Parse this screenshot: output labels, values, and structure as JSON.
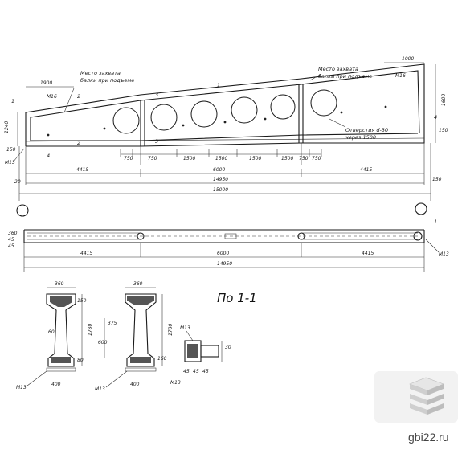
{
  "watermark": {
    "site": "gbi22.ru"
  },
  "elevation": {
    "note_left": [
      "Место захвата",
      "балки при подъеме"
    ],
    "note_right": [
      "Место захвата",
      "балки при подъеме"
    ],
    "holes_note": [
      "Отверстия d-30",
      "через 1500"
    ],
    "top_left_dims": [
      "1900",
      "M16"
    ],
    "top_right_dims": [
      "1000",
      "M16"
    ],
    "left_vert_dims": [
      "1240",
      "150"
    ],
    "right_vert_dims": [
      "1600",
      "150"
    ],
    "mid_dims": [
      "750",
      "750",
      "1500",
      "1500",
      "1500",
      "1500",
      "750",
      "750"
    ],
    "bottom_mid": [
      "4415",
      "6000",
      "4415"
    ],
    "overall_inner": "14950",
    "overall": "15000",
    "small_edge": [
      "20",
      "150"
    ],
    "section_marks": [
      "1",
      "1",
      "2",
      "2",
      "3",
      "3",
      "4",
      "4"
    ],
    "ref_mark": "M13"
  },
  "plan": {
    "dims_bottom": [
      "4415",
      "6000",
      "4415"
    ],
    "overall": "14950",
    "left_dims": [
      "360",
      "45",
      "45"
    ],
    "ref_mark": "M13",
    "axis_mark": "1"
  },
  "sections": {
    "title": "По 1-1",
    "s1": {
      "top": "360",
      "height": "1780",
      "bottom": "400",
      "labels": [
        "60",
        "150",
        "80"
      ],
      "ref": "M13"
    },
    "s2": {
      "top": "360",
      "height": "1780",
      "bottom": "400",
      "labels": [
        "600",
        "375",
        "160"
      ],
      "ref": "M13"
    },
    "s3": {
      "labels": [
        "M13",
        "30",
        "45",
        "45",
        "45"
      ],
      "ref": "M13"
    }
  }
}
